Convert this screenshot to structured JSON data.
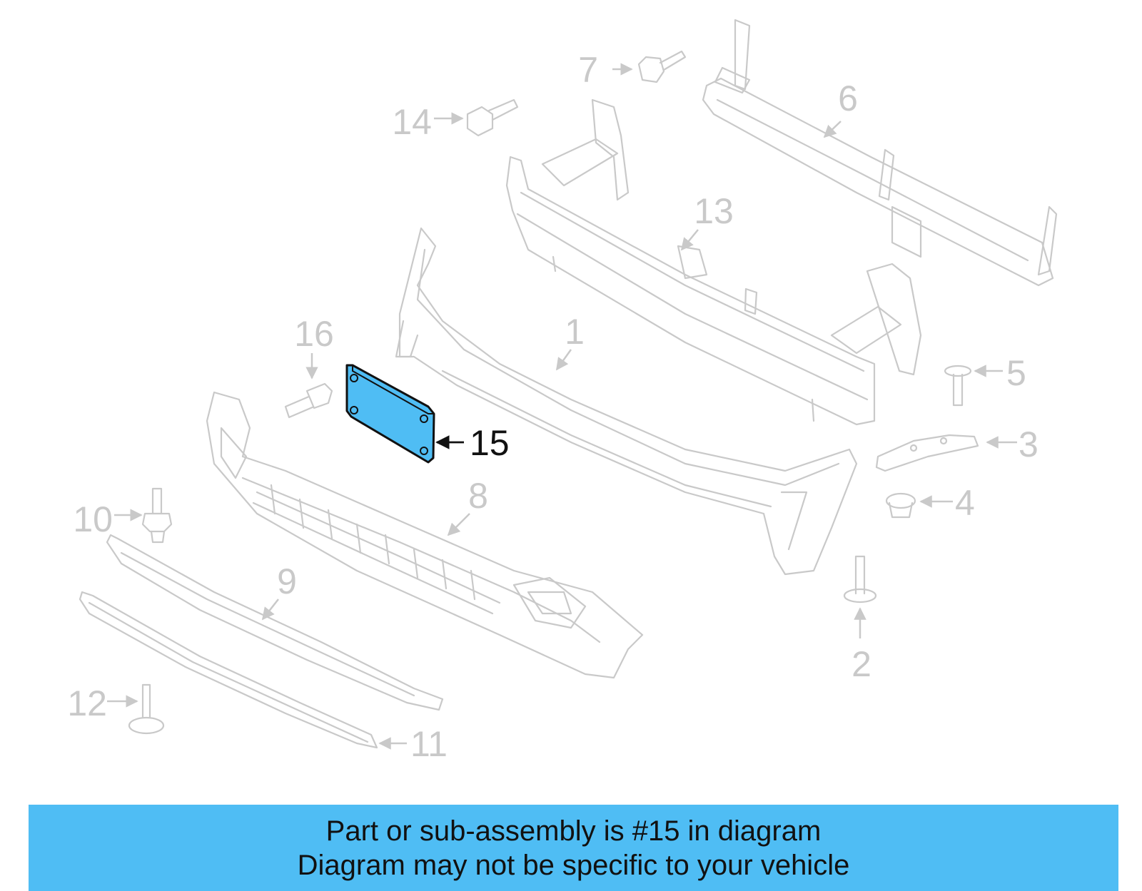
{
  "highlight_color": "#4fbdf4",
  "callouts": [
    {
      "id": "1",
      "label": "1"
    },
    {
      "id": "2",
      "label": "2"
    },
    {
      "id": "3",
      "label": "3"
    },
    {
      "id": "4",
      "label": "4"
    },
    {
      "id": "5",
      "label": "5"
    },
    {
      "id": "6",
      "label": "6"
    },
    {
      "id": "7",
      "label": "7"
    },
    {
      "id": "8",
      "label": "8"
    },
    {
      "id": "9",
      "label": "9"
    },
    {
      "id": "10",
      "label": "10"
    },
    {
      "id": "11",
      "label": "11"
    },
    {
      "id": "12",
      "label": "12"
    },
    {
      "id": "13",
      "label": "13"
    },
    {
      "id": "14",
      "label": "14"
    },
    {
      "id": "15",
      "label": "15",
      "highlighted": true
    },
    {
      "id": "16",
      "label": "16"
    }
  ],
  "caption": {
    "line1": "Part or sub-assembly is #15 in diagram",
    "line2": "Diagram may not be specific to your vehicle"
  }
}
